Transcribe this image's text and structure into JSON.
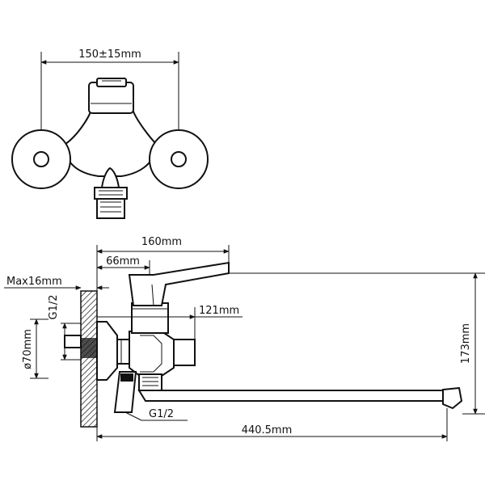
{
  "dimensions": {
    "top_width": "150±15mm",
    "overall_width": "160mm",
    "lever_offset": "66mm",
    "wall_thickness": "Max16mm",
    "inlet_thread": "G1/2",
    "flange_diameter": "ø70mm",
    "inlet_depth": "121mm",
    "height": "173mm",
    "outlet_thread": "G1/2",
    "spout_length": "440.5mm"
  },
  "colors": {
    "line": "#111111",
    "background": "#ffffff"
  }
}
